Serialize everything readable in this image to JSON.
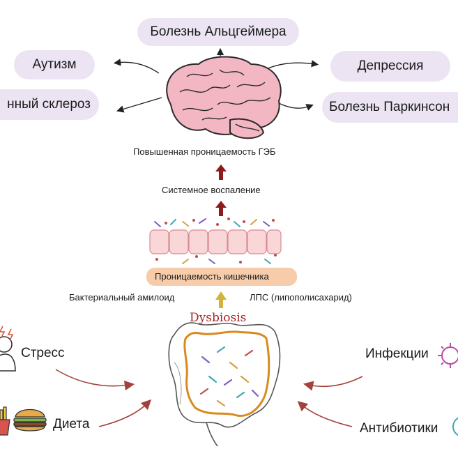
{
  "outcomes": {
    "alzheimer": "Болезнь Альцгеймера",
    "autism": "Аутизм",
    "ms": "нный склероз",
    "depression": "Депрессия",
    "parkinson": "Болезнь Паркинсон"
  },
  "pathway": {
    "bbb": "Повышенная проницаемость ГЭБ",
    "inflammation": "Системное воспаление",
    "gut_permeability": "Проницаемость кишечника",
    "amyloid": "Бактериальный амилоид",
    "lps": "ЛПС (липополисахарид)",
    "dysbiosis": "Dysbiosis"
  },
  "factors": {
    "stress": "Стресс",
    "diet": "Диета",
    "infections": "Инфекции",
    "antibiotics": "Антибиотики"
  },
  "colors": {
    "pill": "#ece4f3",
    "brain": "#f3b7c4",
    "dark_red_arrow": "#8e1b1b",
    "yellow_arrow": "#d2b23a",
    "gut_permeability_bg": "#f7ccaa",
    "colon_line": "#d98a1e",
    "dysbiosis_text": "#a3242c"
  }
}
